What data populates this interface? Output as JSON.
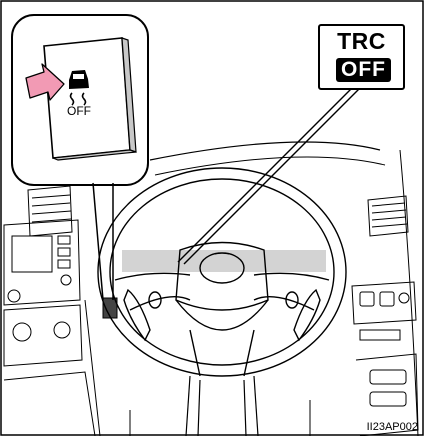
{
  "callout": {
    "indicator_line1": "TRC",
    "indicator_line2": "OFF"
  },
  "button": {
    "label": "OFF",
    "icon": "vehicle-skid-icon",
    "arrow_color": "#f29ab4"
  },
  "figure_code": "II23AP002"
}
